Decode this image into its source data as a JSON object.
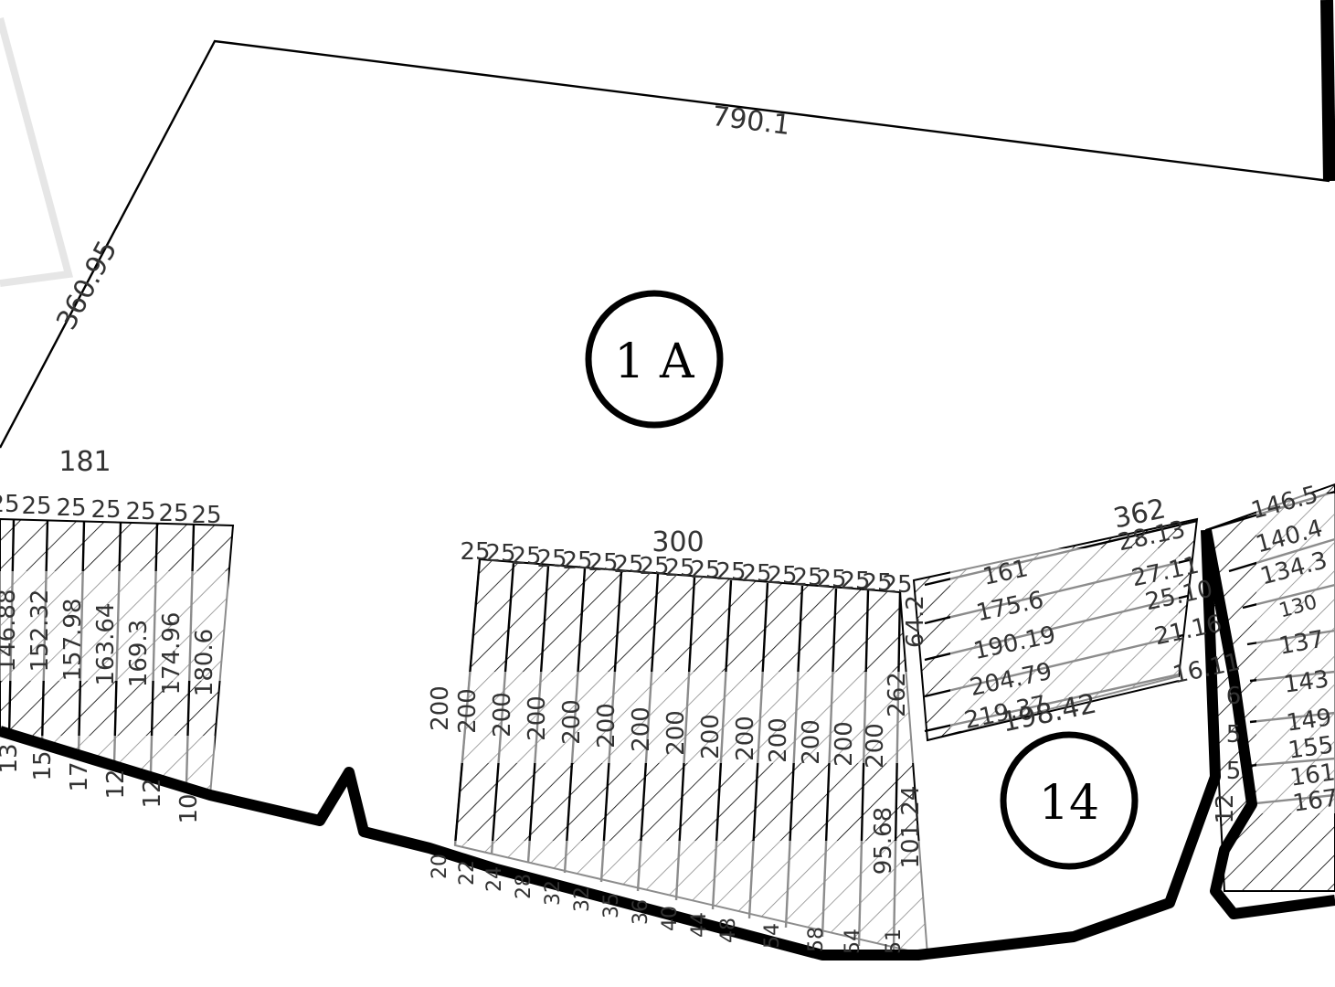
{
  "colors": {
    "boundary": "#000000",
    "text": "#333333",
    "background": "#ffffff",
    "hatch": "#000000"
  },
  "plots": [
    {
      "id": "plot-1a",
      "label": "1 A"
    },
    {
      "id": "plot-14",
      "label": "14"
    }
  ],
  "edge_labels": {
    "top": "790.1",
    "left": "360.95",
    "left_block": "181",
    "center_block": "300",
    "right_block": "362",
    "plot14_bottom": "198.42"
  },
  "left_block": {
    "frontages": [
      "25",
      "25",
      "25",
      "25",
      "25",
      "25",
      "25"
    ],
    "depths": [
      "146.88",
      "152.32",
      "157.98",
      "163.64",
      "169.3",
      "174.96",
      "180.6"
    ],
    "plot_numbers": [
      "13",
      "15",
      "17",
      "12",
      "12",
      "10"
    ]
  },
  "center_block": {
    "frontages": [
      "25",
      "25",
      "25",
      "25",
      "25",
      "25",
      "25",
      "25",
      "25",
      "25",
      "25",
      "25",
      "25",
      "25",
      "25",
      "25",
      "25",
      "25"
    ],
    "depths": [
      "200",
      "200",
      "200",
      "200",
      "200",
      "200",
      "200",
      "200",
      "200",
      "200",
      "200",
      "200",
      "200",
      "200"
    ],
    "bottom_numbers": [
      "20",
      "22",
      "24",
      "28",
      "32",
      "32",
      "35",
      "36",
      "40",
      "44",
      "48",
      "54",
      "58",
      "54",
      "51"
    ],
    "side_depths": [
      "95.68",
      "101.24"
    ],
    "right_edge": [
      "262",
      "64.2"
    ]
  },
  "right_block": {
    "depths": [
      "161",
      "175.6",
      "190.19",
      "204.79",
      "219.37"
    ],
    "widths": [
      "28.13",
      "27.11",
      "25.10",
      "21.16",
      "16.11"
    ],
    "small_numbers": [
      "6",
      "5",
      "5",
      "12"
    ]
  },
  "far_right_block": {
    "depths": [
      "146.5",
      "140.4",
      "134.3",
      "130",
      "137",
      "143",
      "149",
      "155",
      "161",
      "167"
    ]
  }
}
